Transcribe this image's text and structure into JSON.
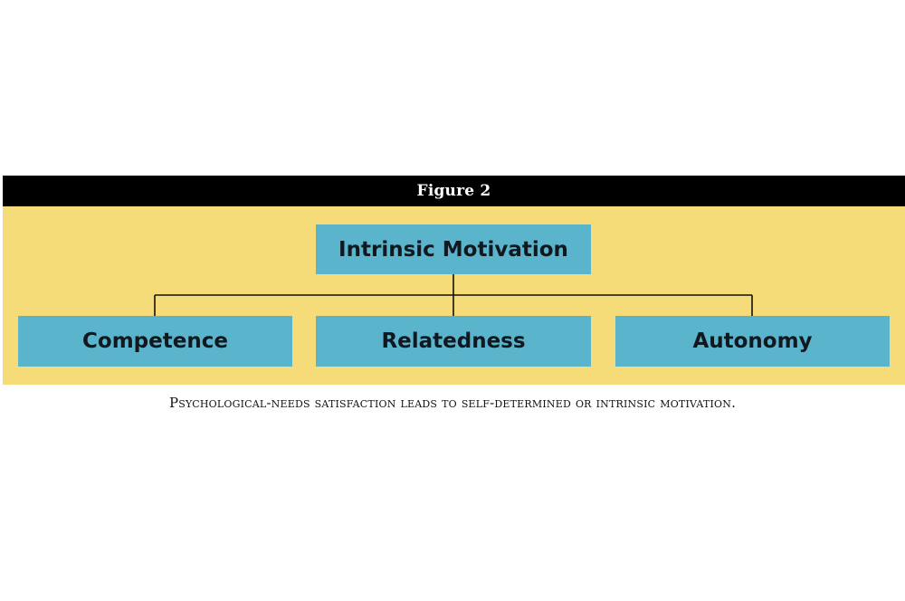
{
  "figure": {
    "title": "Figure 2",
    "caption": "Psychological-needs satisfaction leads to self-determined or intrinsic motivation."
  },
  "diagram": {
    "root": {
      "label": "Intrinsic Motivation"
    },
    "children": [
      {
        "label": "Competence"
      },
      {
        "label": "Relatedness"
      },
      {
        "label": "Autonomy"
      }
    ]
  },
  "colors": {
    "panel": "#f5dc78",
    "node": "#5ab5cc",
    "header": "#000000",
    "line": "#111111"
  }
}
